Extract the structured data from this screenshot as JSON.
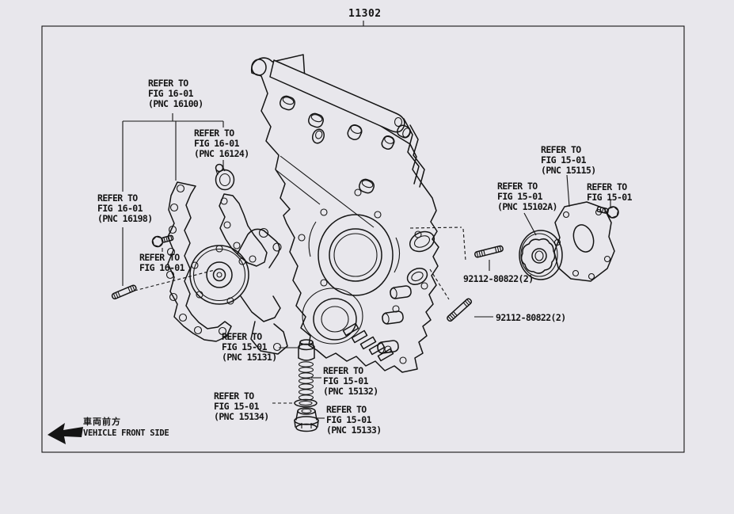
{
  "colors": {
    "background": "#e8e7ec",
    "line": "#141414"
  },
  "diagram": {
    "figure_number": "11302",
    "refer_labels": [
      {
        "id": "pnc-16100",
        "lines": [
          "REFER TO",
          "FIG 16-01",
          "(PNC 16100)"
        ]
      },
      {
        "id": "pnc-16124",
        "lines": [
          "REFER TO",
          "FIG 16-01",
          "(PNC 16124)"
        ]
      },
      {
        "id": "pnc-16198",
        "lines": [
          "REFER TO",
          "FIG 16-01",
          "(PNC 16198)"
        ]
      },
      {
        "id": "fig-16-01",
        "lines": [
          "REFER TO",
          "FIG 16-01"
        ]
      },
      {
        "id": "pnc-15115",
        "lines": [
          "REFER TO",
          "FIG 15-01",
          "(PNC 15115)"
        ]
      },
      {
        "id": "pnc-15102a",
        "lines": [
          "REFER TO",
          "FIG 15-01",
          "(PNC 15102A)"
        ]
      },
      {
        "id": "fig-15-01",
        "lines": [
          "REFER TO",
          "FIG 15-01"
        ]
      },
      {
        "id": "pnc-15131",
        "lines": [
          "REFER TO",
          "FIG 15-01",
          "(PNC 15131)"
        ]
      },
      {
        "id": "pnc-15132",
        "lines": [
          "REFER TO",
          "FIG 15-01",
          "(PNC 15132)"
        ]
      },
      {
        "id": "pnc-15134",
        "lines": [
          "REFER TO",
          "FIG 15-01",
          "(PNC 15134)"
        ]
      },
      {
        "id": "pnc-15133",
        "lines": [
          "REFER TO",
          "FIG 15-01",
          "(PNC 15133)"
        ]
      }
    ],
    "part_numbers": [
      {
        "text": "92112-80822(2)"
      },
      {
        "text": "92112-80822(2)"
      }
    ],
    "front_side": {
      "jp": "車両前方",
      "en": "VEHICLE FRONT SIDE"
    }
  }
}
